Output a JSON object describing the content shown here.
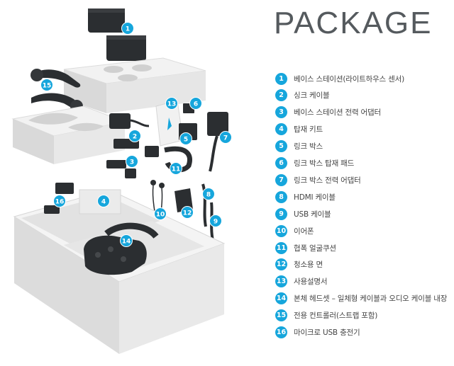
{
  "title": "PACKAGE",
  "colors": {
    "accent": "#16a6dc",
    "box_face": "#ebebeb",
    "box_side": "#d8d8d8",
    "item_dark": "#2b2e31",
    "title_text": "#555a5e",
    "legend_text": "#444444"
  },
  "legend": [
    {
      "num": "1",
      "label": "베이스 스테이션(라이트하우스 센서)"
    },
    {
      "num": "2",
      "label": "싱크 케이블"
    },
    {
      "num": "3",
      "label": "베이스 스테이션 전력 어댑터"
    },
    {
      "num": "4",
      "label": "탑재 키트"
    },
    {
      "num": "5",
      "label": "링크 박스"
    },
    {
      "num": "6",
      "label": "링크 박스 탑재 패드"
    },
    {
      "num": "7",
      "label": "링크 박스 전력 어댑터"
    },
    {
      "num": "8",
      "label": "HDMI 케이블"
    },
    {
      "num": "9",
      "label": "USB 케이블"
    },
    {
      "num": "10",
      "label": "이어폰"
    },
    {
      "num": "11",
      "label": "협폭 얼굴쿠션"
    },
    {
      "num": "12",
      "label": "청소용 면"
    },
    {
      "num": "13",
      "label": "사용설명서"
    },
    {
      "num": "14",
      "label": "본체 헤드셋 – 일체형 케이블과 오디오 케이블 내장"
    },
    {
      "num": "15",
      "label": "전용 컨트롤러(스트랩 포함)"
    },
    {
      "num": "16",
      "label": "마이크로 USB 충전기"
    }
  ],
  "markers": [
    "1",
    "2",
    "3",
    "4",
    "5",
    "6",
    "7",
    "8",
    "9",
    "10",
    "11",
    "12",
    "13",
    "14",
    "15",
    "16"
  ]
}
